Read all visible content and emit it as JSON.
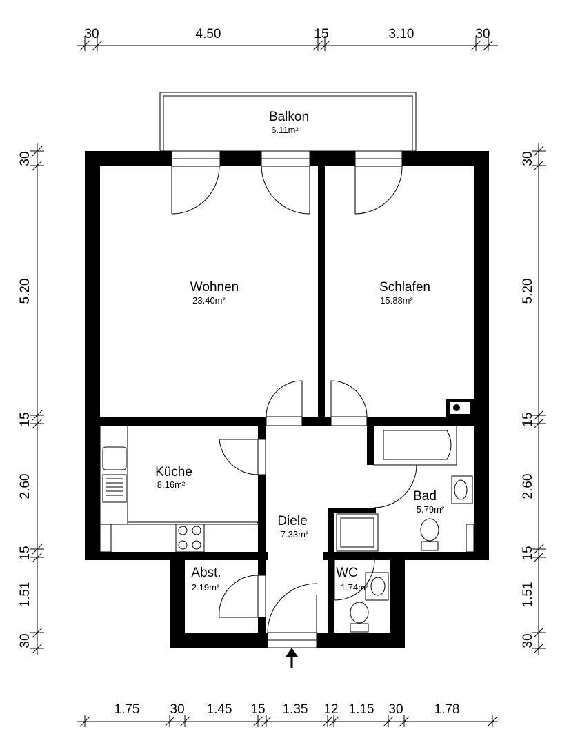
{
  "rooms": {
    "balkon": {
      "name": "Balkon",
      "area": "6.11m²"
    },
    "wohnen": {
      "name": "Wohnen",
      "area": "23.40m²"
    },
    "schlafen": {
      "name": "Schlafen",
      "area": "15.88m²"
    },
    "kueche": {
      "name": "Küche",
      "area": "8.16m²"
    },
    "diele": {
      "name": "Diele",
      "area": "7.33m²"
    },
    "bad": {
      "name": "Bad",
      "area": "5.79m²"
    },
    "abst": {
      "name": "Abst.",
      "area": "2.19m²"
    },
    "wc": {
      "name": "WC",
      "area": "1.74m²"
    }
  },
  "dimensions": {
    "top": [
      "30",
      "4.50",
      "15",
      "3.10",
      "30"
    ],
    "bottom": [
      "1.75",
      "30",
      "1.45",
      "15",
      "1.35",
      "12",
      "1.15",
      "30",
      "1.78"
    ],
    "left": [
      "30",
      "5.20",
      "15",
      "2.60",
      "15",
      "1.51",
      "30"
    ],
    "right": [
      "30",
      "5.20",
      "15",
      "2.60",
      "15",
      "1.51",
      "30"
    ]
  }
}
